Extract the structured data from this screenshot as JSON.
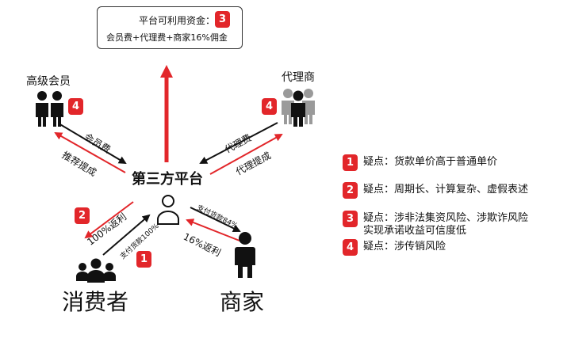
{
  "top_box": {
    "line1": "平台可利用资金：",
    "line2": "会员费+代理费+商家16%佣金",
    "badge": "3"
  },
  "nodes": {
    "members": {
      "label": "高级会员",
      "badge": "4"
    },
    "agents": {
      "label": "代理商",
      "badge": "4"
    },
    "platform": {
      "label": "第三方平台"
    },
    "consumers": {
      "label": "消费者",
      "badge_return": "2",
      "badge_pay": "1"
    },
    "merchants": {
      "label": "商家"
    }
  },
  "edges": {
    "member_fee": "会员费",
    "referral": "推荐提成",
    "agent_fee": "代理费",
    "agent_commission": "代理提成",
    "return_100": "100%返利",
    "pay_100": "支付货款100%",
    "pay_84": "支付货款84%",
    "return_16": "16%返利"
  },
  "legend": [
    {
      "badge": "1",
      "text": "疑点：货款单价高于普通单价"
    },
    {
      "badge": "2",
      "text": "疑点：周期长、计算复杂、虚假表述"
    },
    {
      "badge": "3",
      "text": "疑点：涉非法集资风险、涉欺诈风险",
      "text2": "实现承诺收益可信度低"
    },
    {
      "badge": "4",
      "text": "疑点：涉传销风险"
    }
  ],
  "colors": {
    "red": "#e2262a",
    "black": "#111111",
    "gray": "#9a9a9a"
  }
}
